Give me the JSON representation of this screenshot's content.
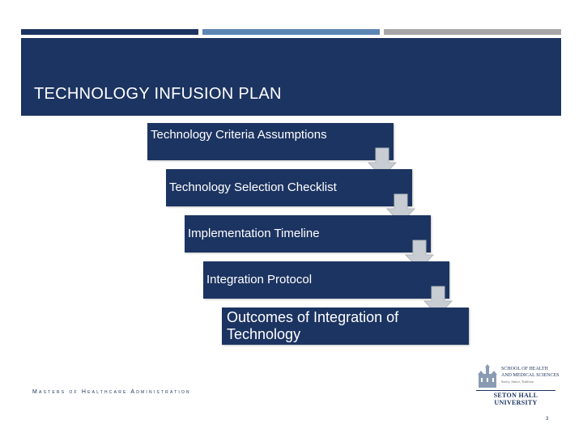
{
  "slide": {
    "title": "TECHNOLOGY INFUSION PLAN",
    "steps": [
      "Technology Criteria Assumptions",
      "Technology Selection Checklist",
      "Implementation Timeline",
      "Integration Protocol",
      "Outcomes of Integration of Technology"
    ],
    "footer": "Masters of Healthcare Administration",
    "page_number": "3"
  },
  "logo": {
    "line1": "SCHOOL OF HEALTH",
    "line2": "AND MEDICAL SCIENCES",
    "line3": "Surety, Justice, Tradition",
    "university": "SETON HALL UNIVERSITY"
  },
  "colors": {
    "navy": "#1c3461",
    "steel_blue": "#5b86b5",
    "gray": "#a6a6a6",
    "arrow_fill": "#c8cdd3"
  }
}
